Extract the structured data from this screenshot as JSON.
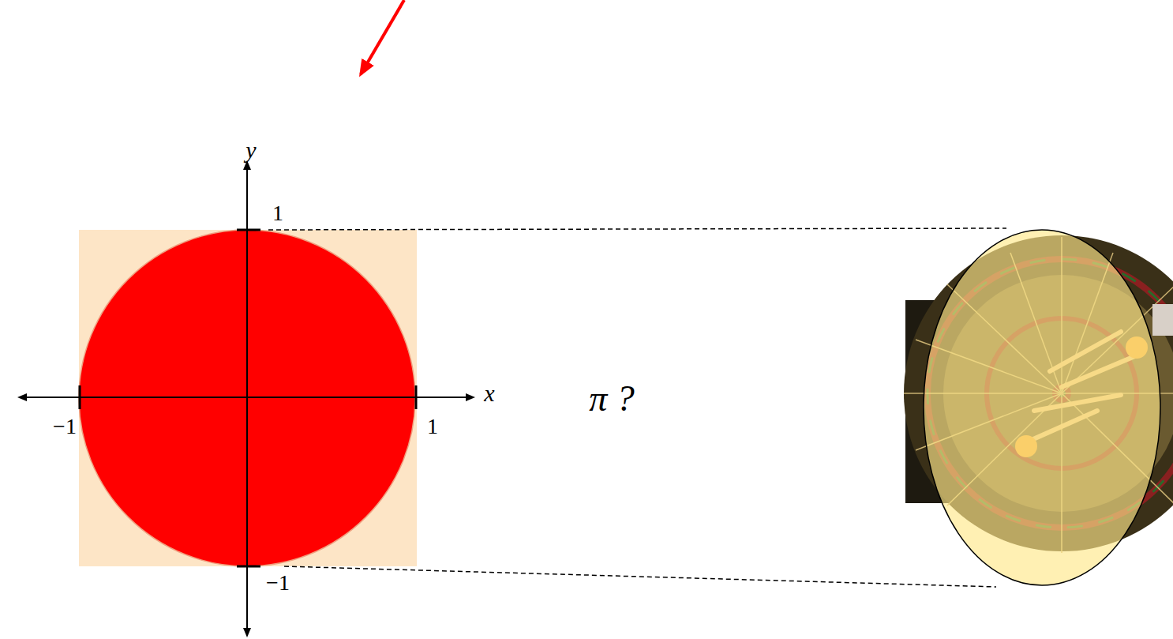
{
  "diagram": {
    "labels": [
      "y",
      "1",
      "−1",
      "−1",
      "1",
      "x",
      "π ?"
    ]
  }
}
